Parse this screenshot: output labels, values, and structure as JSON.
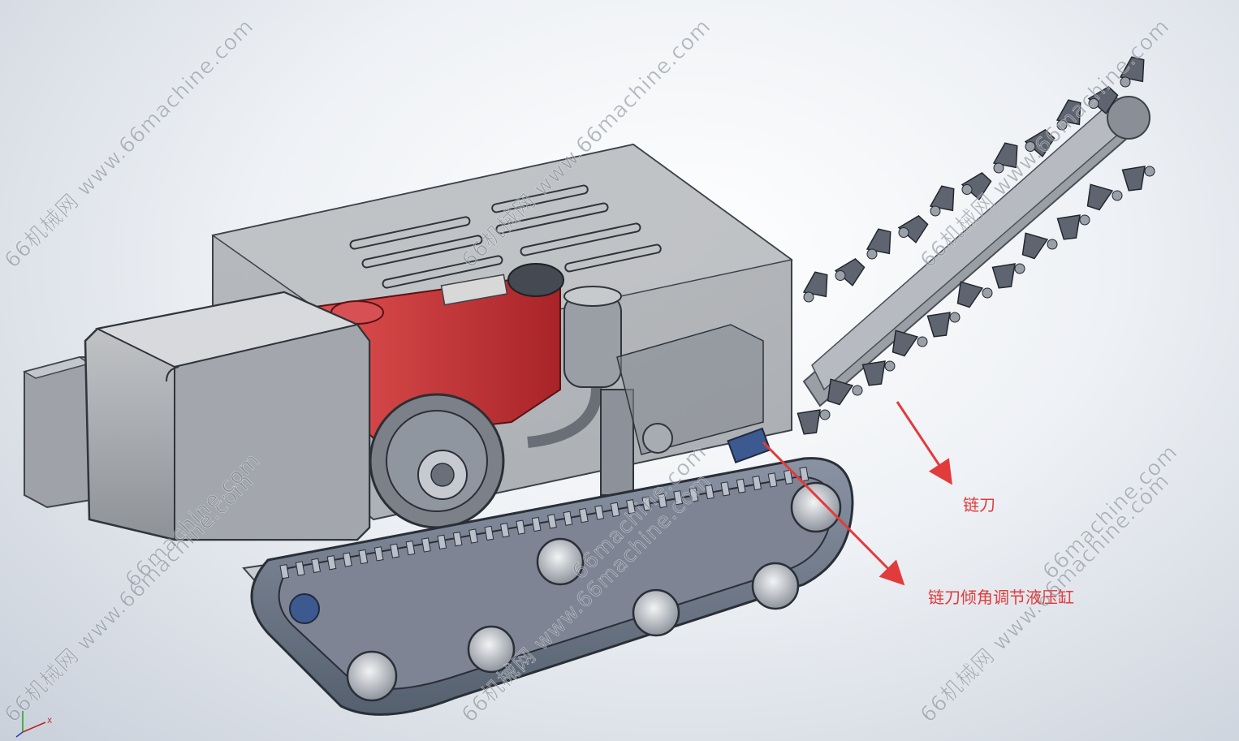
{
  "callouts": {
    "chain_blade": "链刀",
    "tilt_cylinder": "链刀倾角调节液压缸"
  },
  "watermark": {
    "text": "66机械网 www.66machine.com",
    "short": "66machine.com"
  },
  "triad": {
    "x_label": "X"
  },
  "colors": {
    "callout": "#e23b3b",
    "engine": "#c8383a",
    "housing": "#a9adb3",
    "track": "#6d7585",
    "background": "#e6eaf0"
  }
}
